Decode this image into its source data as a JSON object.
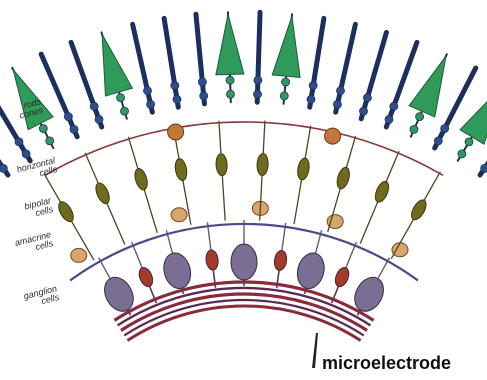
{
  "labels": {
    "rods": "rods",
    "cones": "cones",
    "horizontal_1": "horizontal",
    "horizontal_2": "cells",
    "bipolar_1": "bipolar",
    "bipolar_2": "cells",
    "amacrine_1": "amacrine",
    "amacrine_2": "cells",
    "ganglion_1": "ganglion",
    "ganglion_2": "cells",
    "microelectrode": "microelectrode"
  },
  "colors": {
    "rod": "#2e4f8c",
    "rod_dark": "#1c2f5e",
    "cone": "#2f9a5a",
    "horizontal": "#c4773a",
    "bipolar": "#6e6a1e",
    "amacrine": "#d8a66b",
    "ganglion": "#7a6e94",
    "ganglion_red": "#a33a2a",
    "nerve": "#8a2a3a"
  },
  "icons": [
    "microelectrode-icon"
  ]
}
